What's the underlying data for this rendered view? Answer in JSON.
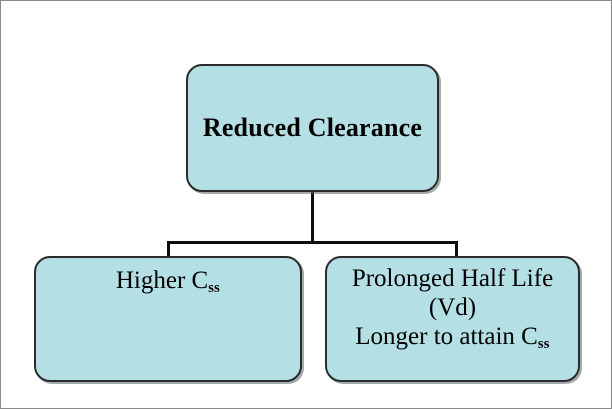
{
  "diagram": {
    "type": "flowchart",
    "orientation": "top-down",
    "colors": {
      "node_fill": "#b4dfe4",
      "node_border": "#2b2b2b",
      "connector": "#0d0d0d",
      "frame_border": "#8a8a8a",
      "background": "#ffffff",
      "text": "#000000"
    },
    "root": {
      "label": "Reduced Clearance",
      "bold": true
    },
    "children": [
      {
        "id": "higher-css",
        "lines": [
          "Higher C",
          "ss"
        ],
        "text_prefix": "Higher C",
        "subscript": "ss"
      },
      {
        "id": "prolonged-half-life",
        "line1": "Prolonged Half Life",
        "line2": "(Vd)",
        "line3_prefix": "Longer to attain C",
        "line3_subscript": "ss"
      }
    ]
  }
}
